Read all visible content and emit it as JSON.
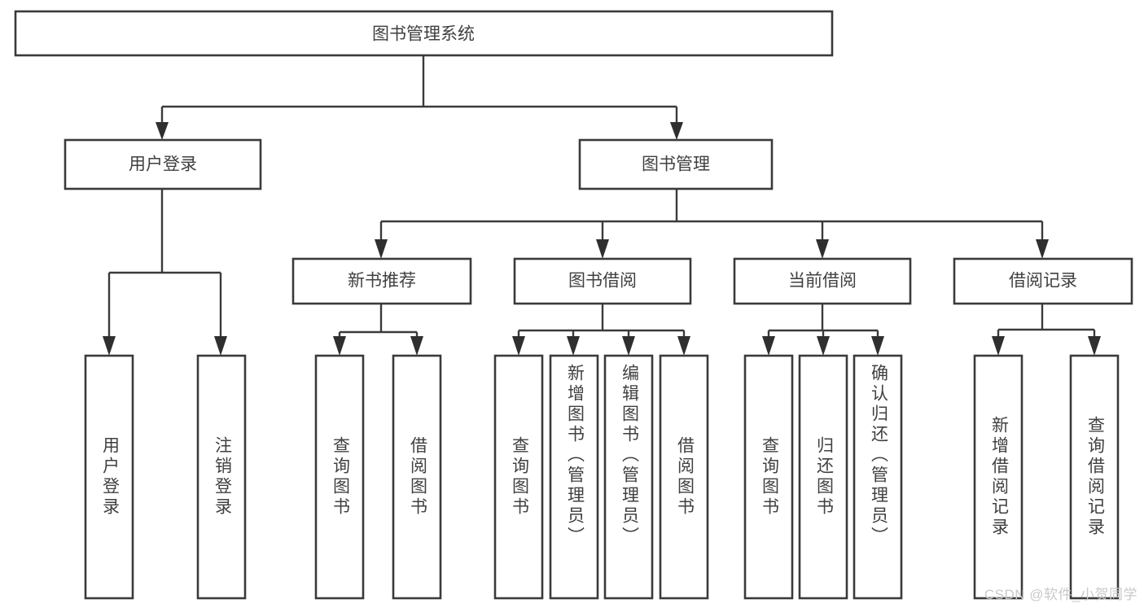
{
  "diagram": {
    "title": "图书管理系统",
    "type": "hierarchy-tree",
    "root": {
      "id": "root",
      "label": "图书管理系统",
      "orientation": "horizontal"
    },
    "level2": [
      {
        "id": "user-login",
        "label": "用户登录",
        "orientation": "horizontal"
      },
      {
        "id": "book-manage",
        "label": "图书管理",
        "orientation": "horizontal"
      }
    ],
    "level3": [
      {
        "id": "new-book-recommend",
        "label": "新书推荐",
        "orientation": "horizontal",
        "parent": "book-manage"
      },
      {
        "id": "book-borrow",
        "label": "图书借阅",
        "orientation": "horizontal",
        "parent": "book-manage"
      },
      {
        "id": "current-borrow",
        "label": "当前借阅",
        "orientation": "horizontal",
        "parent": "book-manage"
      },
      {
        "id": "borrow-record",
        "label": "借阅记录",
        "orientation": "horizontal",
        "parent": "book-manage"
      }
    ],
    "leaves": [
      {
        "id": "leaf-user-login",
        "label": "用户登录",
        "orientation": "vertical",
        "parent": "user-login"
      },
      {
        "id": "leaf-logout-login",
        "label": "注销登录",
        "orientation": "vertical",
        "parent": "user-login"
      },
      {
        "id": "leaf-query-book-1",
        "label": "查询图书",
        "orientation": "vertical",
        "parent": "new-book-recommend"
      },
      {
        "id": "leaf-borrow-book-1",
        "label": "借阅图书",
        "orientation": "vertical",
        "parent": "new-book-recommend"
      },
      {
        "id": "leaf-query-book-2",
        "label": "查询图书",
        "orientation": "vertical",
        "parent": "book-borrow"
      },
      {
        "id": "leaf-add-book",
        "label": "新增图书（管理员）",
        "orientation": "vertical",
        "parent": "book-borrow"
      },
      {
        "id": "leaf-edit-book",
        "label": "编辑图书（管理员）",
        "orientation": "vertical",
        "parent": "book-borrow"
      },
      {
        "id": "leaf-borrow-book-2",
        "label": "借阅图书",
        "orientation": "vertical",
        "parent": "book-borrow"
      },
      {
        "id": "leaf-query-book-3",
        "label": "查询图书",
        "orientation": "vertical",
        "parent": "current-borrow"
      },
      {
        "id": "leaf-return-book",
        "label": "归还图书",
        "orientation": "vertical",
        "parent": "current-borrow"
      },
      {
        "id": "leaf-confirm-return",
        "label": "确认归还（管理员）",
        "orientation": "vertical",
        "parent": "current-borrow"
      },
      {
        "id": "leaf-add-record",
        "label": "新增借阅记录",
        "orientation": "vertical",
        "parent": "borrow-record"
      },
      {
        "id": "leaf-query-record",
        "label": "查询借阅记录",
        "orientation": "vertical",
        "parent": "borrow-record"
      }
    ]
  },
  "watermark": {
    "text": "CSDN @软件_小贺同学"
  },
  "colors": {
    "background": "#ffffff",
    "box_stroke": "#3a3a3a",
    "box_fill": "#ffffff",
    "connector": "#3a3a3a",
    "text": "#404040",
    "watermark": "#c9c9c9"
  }
}
